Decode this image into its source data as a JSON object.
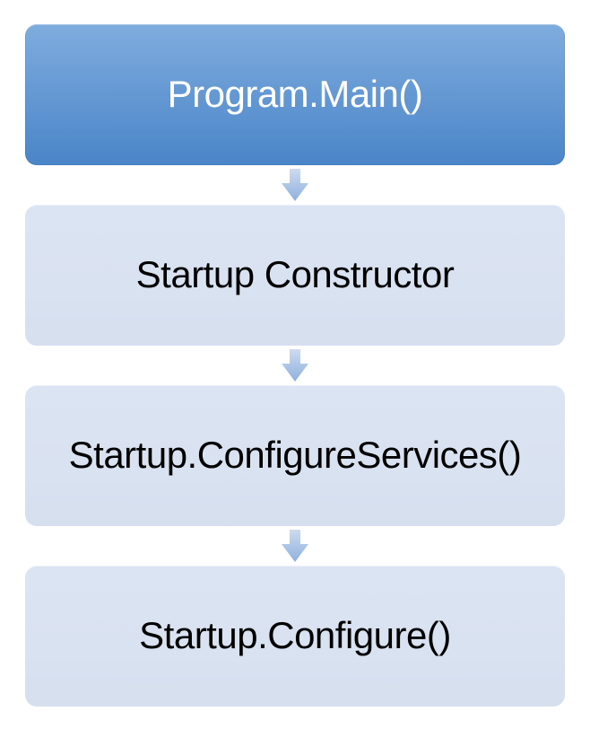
{
  "diagram": {
    "type": "flowchart",
    "direction": "top-down",
    "nodes": [
      {
        "label": "Program.Main()",
        "variant": "primary"
      },
      {
        "label": "Startup Constructor",
        "variant": "secondary"
      },
      {
        "label": "Startup.ConfigureServices()",
        "variant": "secondary"
      },
      {
        "label": "Startup.Configure()",
        "variant": "secondary"
      }
    ],
    "connectors": [
      {
        "from": 0,
        "to": 1,
        "icon": "down-arrow-icon"
      },
      {
        "from": 1,
        "to": 2,
        "icon": "down-arrow-icon"
      },
      {
        "from": 2,
        "to": 3,
        "icon": "down-arrow-icon"
      }
    ],
    "colors": {
      "primary_top": "#7FACDE",
      "primary_bottom": "#4A85C8",
      "primary_text": "#FFFFFF",
      "secondary_fill": "#D9E2F1",
      "secondary_text": "#000000",
      "arrow_top": "#CEDBF0",
      "arrow_bottom": "#8EB0DD",
      "background": "#FFFFFF"
    }
  }
}
